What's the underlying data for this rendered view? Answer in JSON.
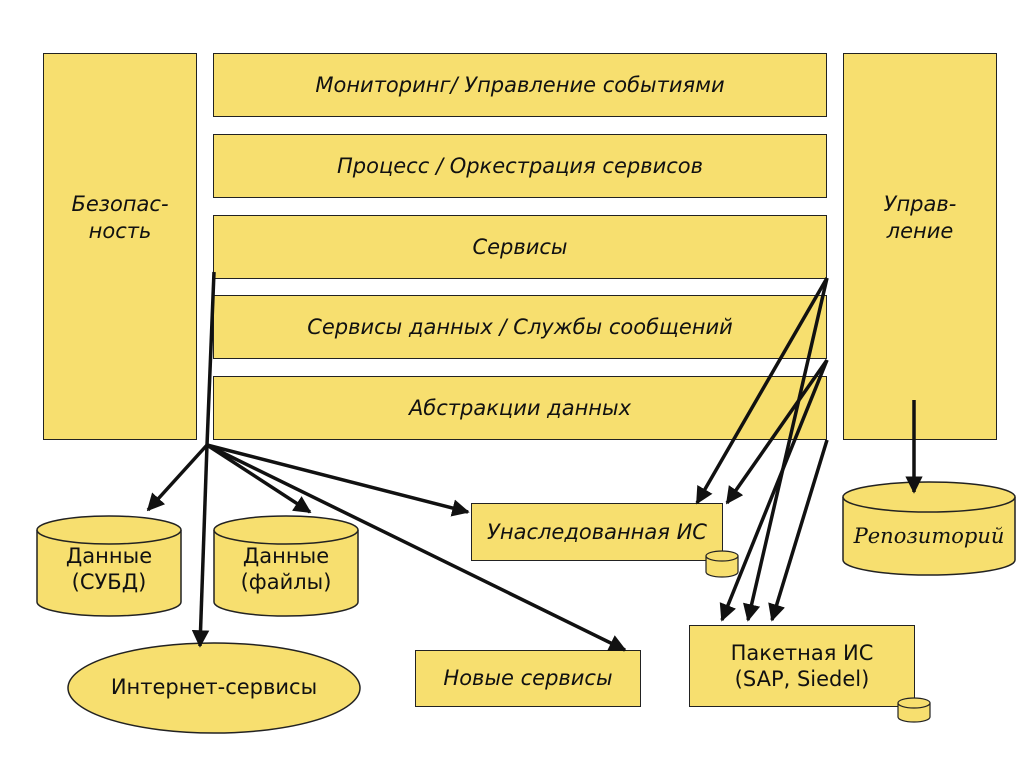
{
  "layers": {
    "monitoring": "Мониторинг/ Управление событиями",
    "process": "Процесс / Оркестрация сервисов",
    "services": "Сервисы",
    "data_services": "Сервисы данных / Службы сообщений",
    "data_abstraction": "Абстракции данных"
  },
  "sides": {
    "security": "Безопас-\nность",
    "management": "Управ-\nление"
  },
  "targets": {
    "db_data": "Данные\n(СУБД)",
    "file_data": "Данные\n(файлы)",
    "internet_services": "Интернет-сервисы",
    "legacy_is": "Унаследованная ИС",
    "new_services": "Новые сервисы",
    "package_is": "Пакетная ИС\n(SAP, Siedel)",
    "repository": "Репозиторий"
  },
  "colors": {
    "fill": "#f7df6f",
    "stroke": "#222222"
  }
}
